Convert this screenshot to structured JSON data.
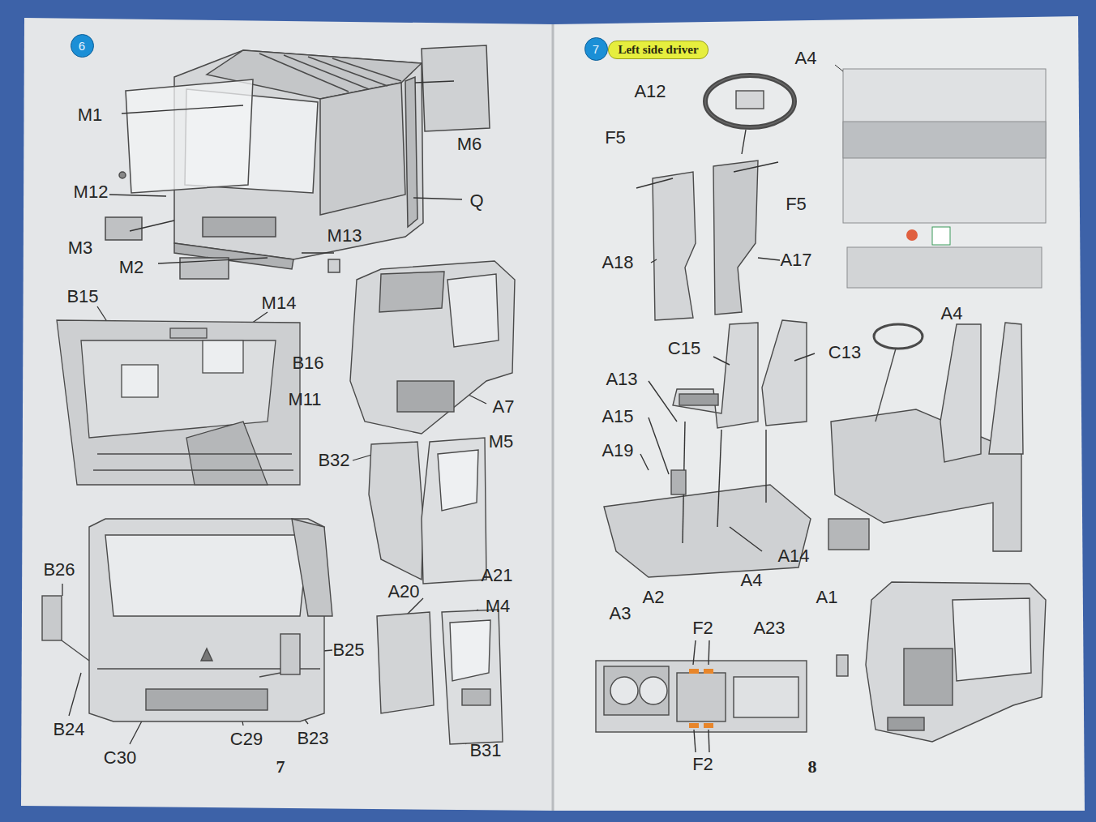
{
  "diagram": {
    "nodes": [
      {
        "text": [
          "6"
        ]
      },
      {
        "text": [
          "7"
        ]
      },
      {
        "text": [
          "Left side driver"
        ]
      }
    ],
    "labels": [
      "M1",
      "M12",
      "M3",
      "M2",
      "M6",
      "Q",
      "M13",
      "B15",
      "M14",
      "B16",
      "M11",
      "A7",
      "B32",
      "M5",
      "A21",
      "A20",
      "M4",
      "B31",
      "B26",
      "B25",
      "B24",
      "C30",
      "C29",
      "B23",
      "7",
      "A12",
      "A4",
      "F5",
      "F5",
      "A18",
      "A17",
      "A4",
      "C15",
      "C13",
      "A13",
      "A15",
      "A19",
      "A14",
      "A4",
      "A3",
      "A2",
      "A1",
      "F2",
      "A23",
      "F2",
      "8"
    ]
  }
}
